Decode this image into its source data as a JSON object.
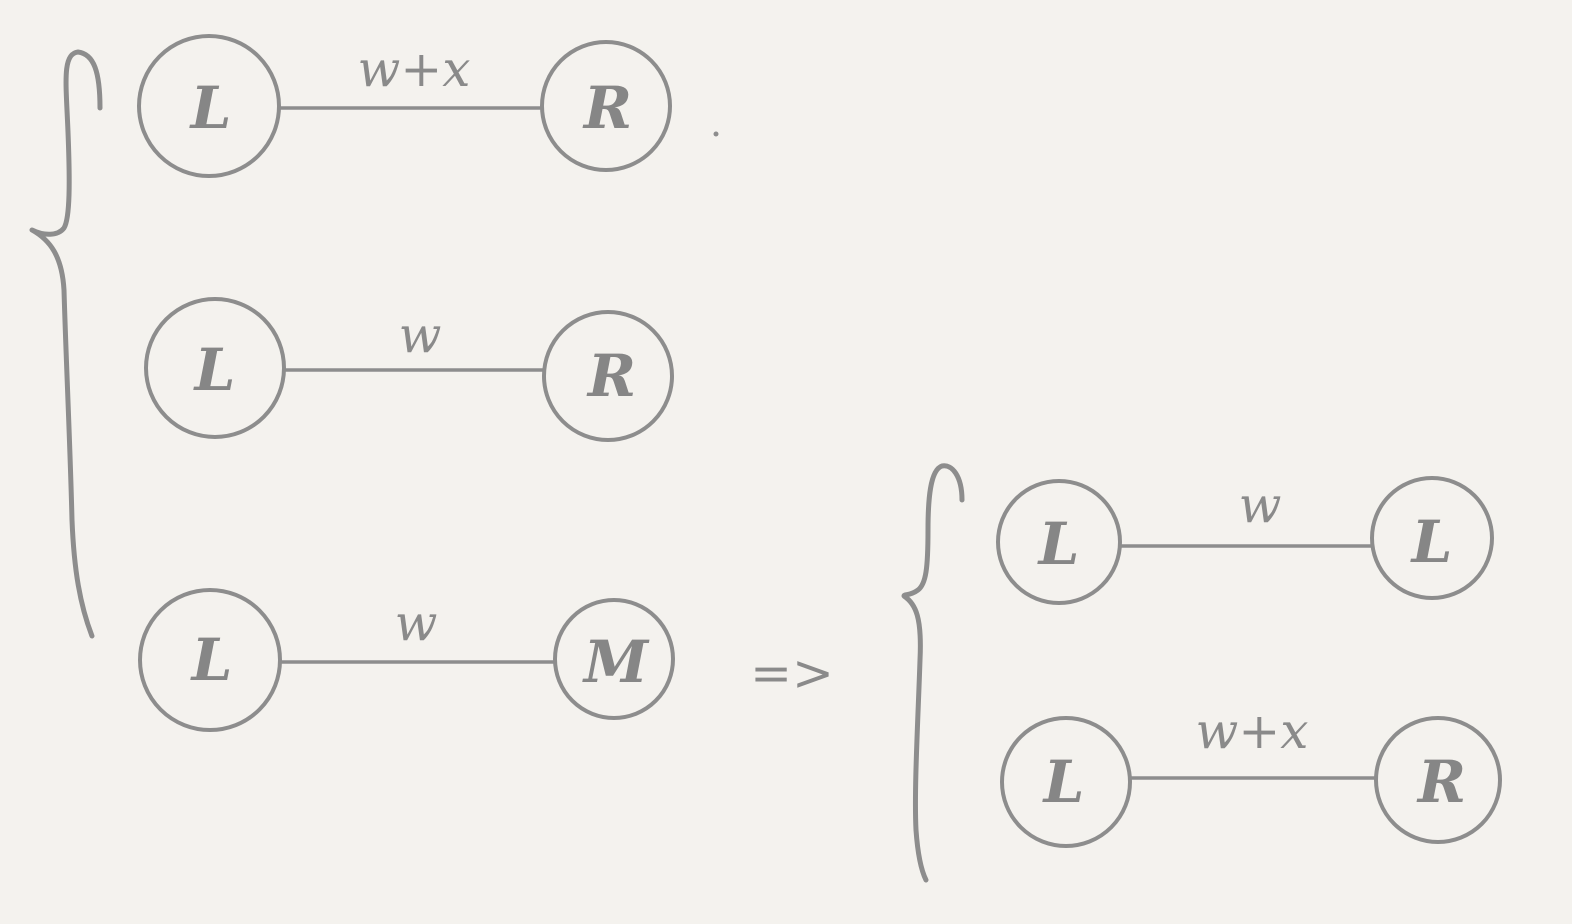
{
  "colors": {
    "paper": "#f4f2ee",
    "ink": "#8d8d8d"
  },
  "before": {
    "cases": [
      {
        "left": "L",
        "weight": "w+x",
        "right": "R"
      },
      {
        "left": "L",
        "weight": "w",
        "right": "R"
      },
      {
        "left": "L",
        "weight": "w",
        "right": "M"
      }
    ]
  },
  "implies_symbol": "=>",
  "after": {
    "cases": [
      {
        "left": "L",
        "weight": "w",
        "right": "L"
      },
      {
        "left": "L",
        "weight": "w+x",
        "right": "R"
      }
    ]
  }
}
